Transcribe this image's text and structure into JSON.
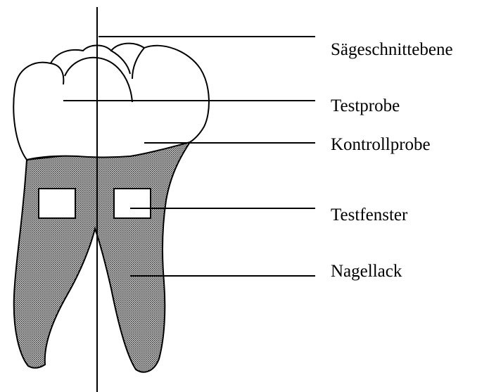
{
  "diagram": {
    "labels": [
      "Sägeschnittebene",
      "Testprobe",
      "Kontrollprobe",
      "Testfenster",
      "Nagellack"
    ]
  }
}
